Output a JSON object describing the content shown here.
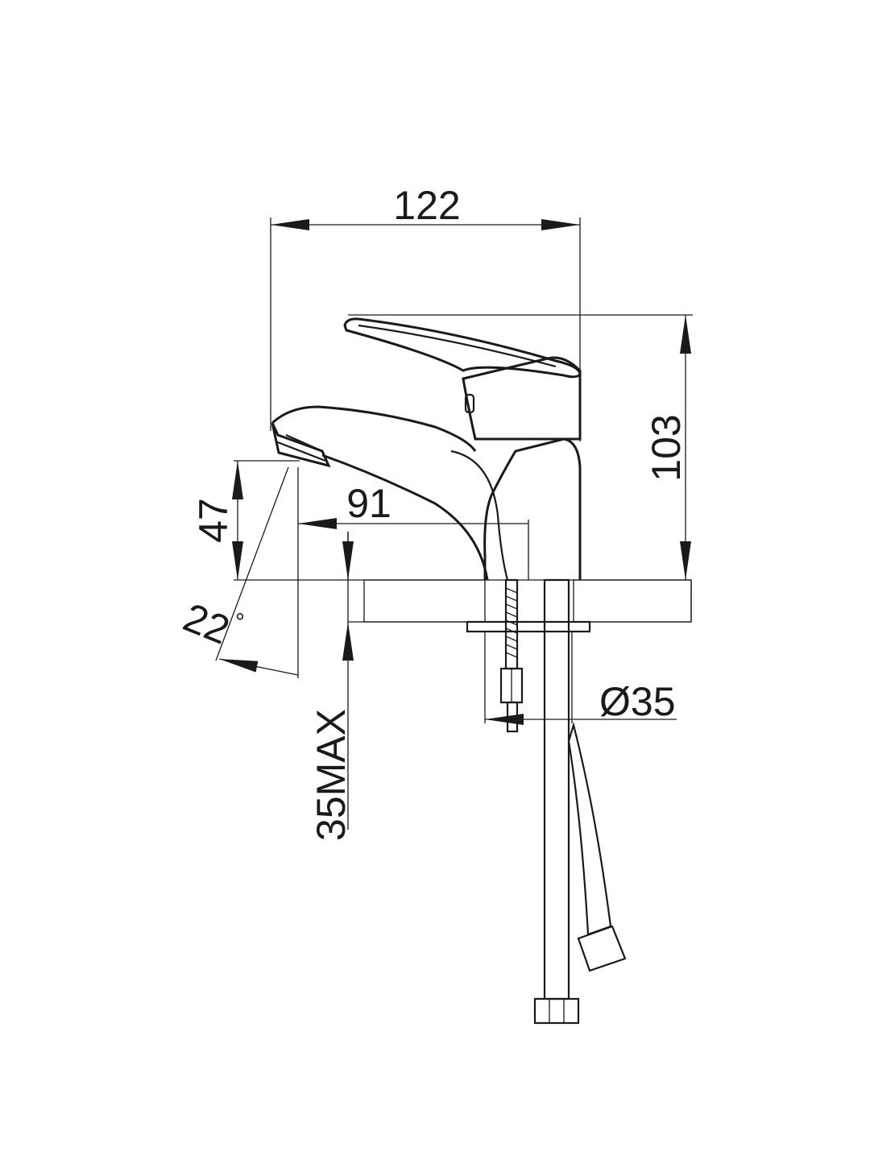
{
  "dimensions": {
    "overall_width": "122",
    "overall_height": "103",
    "spout_reach": "91",
    "spout_height": "47",
    "spout_angle": "22",
    "angle_unit": "°",
    "counter_thickness": "35MAX",
    "hole_diameter": "Ø35"
  },
  "colors": {
    "line": "#1a1a1a",
    "background": "#ffffff"
  }
}
